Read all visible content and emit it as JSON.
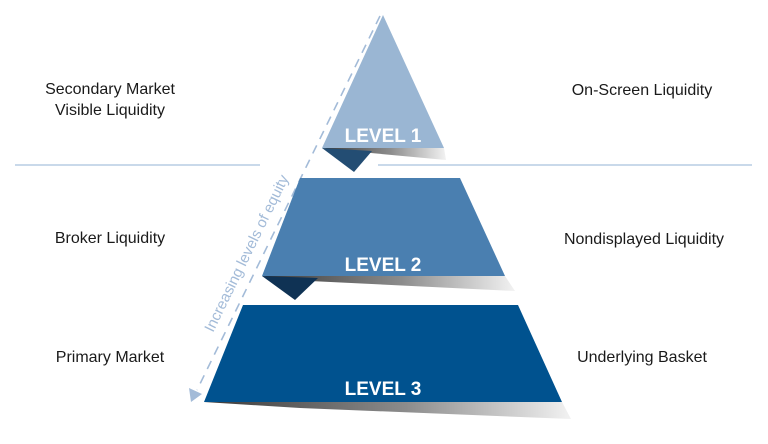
{
  "diagram": {
    "type": "pyramid",
    "axis_label": "Increasing levels of equity",
    "colors": {
      "level1": "#9ab6d3",
      "level2": "#4a7fb0",
      "level3": "#00528f",
      "fold_dark": "#0f3254",
      "fold_level1": "#234d73",
      "divider": "#a9c2dd",
      "axis": "#a3bbd8"
    },
    "levels": [
      {
        "label": "LEVEL 1",
        "left_label": "Secondary Market\nVisible Liquidity",
        "left_line1": "Secondary Market",
        "left_line2": "Visible Liquidity",
        "right_label": "On-Screen Liquidity"
      },
      {
        "label": "LEVEL 2",
        "left_label": "Broker Liquidity",
        "right_label": "Nondisplayed Liquidity"
      },
      {
        "label": "LEVEL 3",
        "left_label": "Primary Market",
        "right_label": "Underlying Basket"
      }
    ]
  }
}
